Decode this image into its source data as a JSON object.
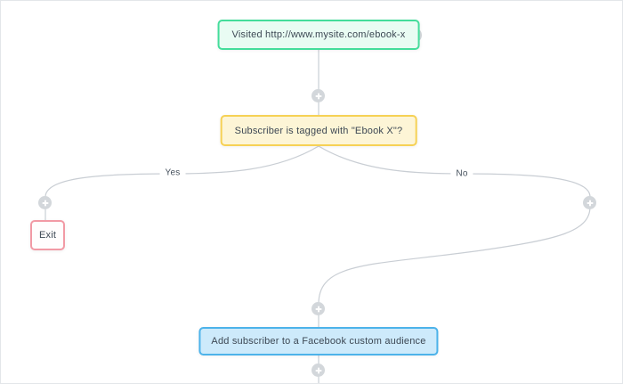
{
  "workflow": {
    "nodes": {
      "trigger": {
        "type": "trigger",
        "label": "Visited http://www.mysite.com/ebook-x",
        "border_color": "#44dd9b",
        "background_color": "#e9fcf3"
      },
      "condition": {
        "type": "condition",
        "label": "Subscriber is tagged with \"Ebook X\"?",
        "border_color": "#f6d155",
        "background_color": "#fdf5d6"
      },
      "exit": {
        "type": "exit",
        "label": "Exit",
        "border_color": "#f29aa5",
        "background_color": "#ffffff"
      },
      "action": {
        "type": "action",
        "label": "Add subscriber to a Facebook custom audience",
        "border_color": "#4db3ea",
        "background_color": "#cdeafb"
      }
    },
    "branch_labels": {
      "yes": "Yes",
      "no": "No"
    },
    "icons": {
      "add_step": "plus-icon"
    },
    "colors": {
      "connector": "#c9ced4",
      "plus_node": "#d3d7db",
      "text": "#3d4854",
      "canvas_background": "#ffffff",
      "canvas_border": "#e3e6e9"
    }
  }
}
